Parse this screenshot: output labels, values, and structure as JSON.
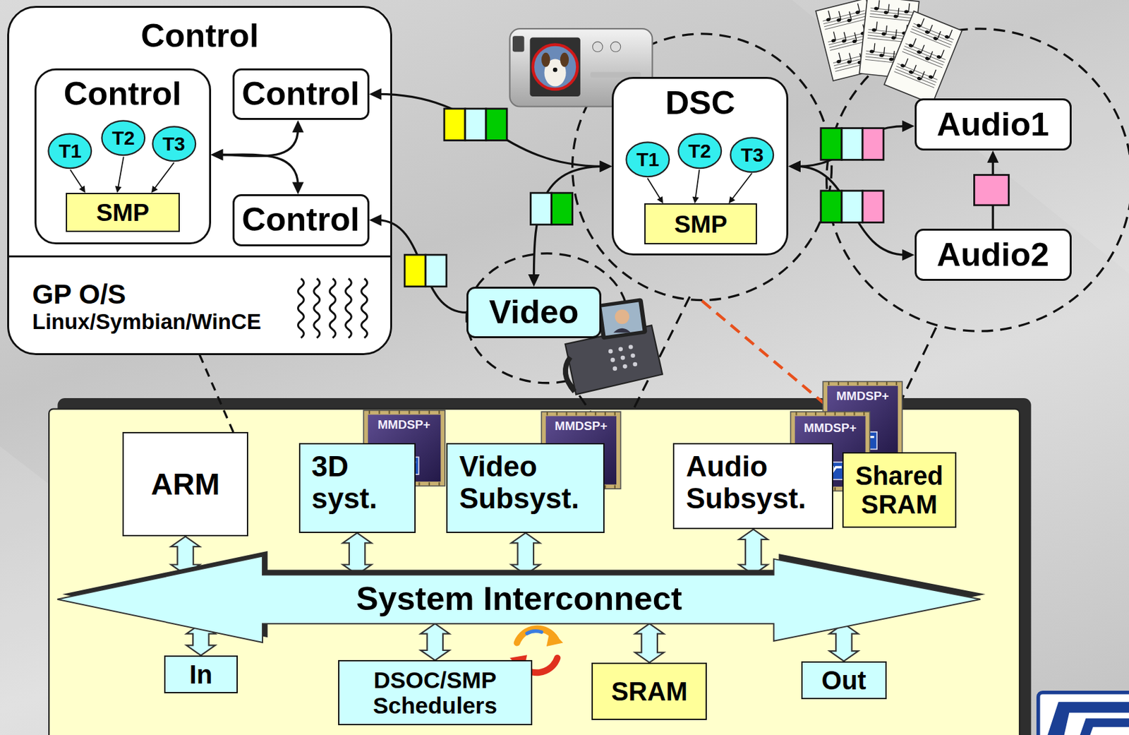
{
  "diagram": {
    "nodes": [
      {
        "text": [
          "Control"
        ]
      },
      {
        "text": [
          "Control"
        ],
        "in": 0
      },
      {
        "text": [
          "T1"
        ],
        "in": 1
      },
      {
        "text": [
          "T2"
        ],
        "in": 1
      },
      {
        "text": [
          "T3"
        ],
        "in": 1
      },
      {
        "text": [
          "SMP"
        ],
        "in": 1
      },
      {
        "text": [
          "Control"
        ],
        "in": 0
      },
      {
        "text": [
          "Control"
        ],
        "in": 0
      },
      {
        "text": [
          "GP O/S",
          "Linux/Symbian/WinCE"
        ],
        "in": 0
      },
      {
        "text": [
          "DSC"
        ]
      },
      {
        "text": [
          "T1"
        ],
        "in": 9
      },
      {
        "text": [
          "T2"
        ],
        "in": 9
      },
      {
        "text": [
          "T3"
        ],
        "in": 9
      },
      {
        "text": [
          "SMP"
        ],
        "in": 9
      },
      {
        "text": [
          "Audio1"
        ]
      },
      {
        "text": [
          "Audio2"
        ]
      },
      {
        "text": [
          "Video"
        ]
      },
      {
        "text": [
          "ARM"
        ]
      },
      {
        "text": [
          "3D syst."
        ]
      },
      {
        "text": [
          "Video Subsyst."
        ]
      },
      {
        "text": [
          "Audio Subsyst."
        ]
      },
      {
        "text": [
          "Shared SRAM"
        ]
      },
      {
        "text": [
          "System Interconnect"
        ]
      },
      {
        "text": [
          "In"
        ]
      },
      {
        "text": [
          "DSOC/SMP Schedulers"
        ]
      },
      {
        "text": [
          "SRAM"
        ]
      },
      {
        "text": [
          "Out"
        ]
      }
    ],
    "edges": [
      {
        "from": 1,
        "to": 6,
        "arrow": "both"
      },
      {
        "from": 1,
        "to": 7,
        "arrow": "both"
      },
      {
        "from": 2,
        "to": 5,
        "arrow": "to"
      },
      {
        "from": 3,
        "to": 5,
        "arrow": "to"
      },
      {
        "from": 4,
        "to": 5,
        "arrow": "to"
      },
      {
        "from": 6,
        "to": 9,
        "arrow": "both"
      },
      {
        "from": 9,
        "to": 16,
        "arrow": "both"
      },
      {
        "from": 16,
        "to": 7,
        "arrow": "to"
      },
      {
        "from": 10,
        "to": 13,
        "arrow": "to"
      },
      {
        "from": 11,
        "to": 13,
        "arrow": "to"
      },
      {
        "from": 12,
        "to": 13,
        "arrow": "to"
      },
      {
        "from": 9,
        "to": 14,
        "arrow": "both"
      },
      {
        "from": 9,
        "to": 15,
        "arrow": "both"
      },
      {
        "from": 15,
        "to": 14,
        "arrow": "to"
      },
      {
        "from": 8,
        "to": 17,
        "arrow": "none"
      },
      {
        "from": 17,
        "to": 22,
        "arrow": "both"
      },
      {
        "from": 18,
        "to": 22,
        "arrow": "both"
      },
      {
        "from": 19,
        "to": 22,
        "arrow": "both"
      },
      {
        "from": 20,
        "to": 22,
        "arrow": "both"
      },
      {
        "from": 22,
        "to": 23,
        "arrow": "both"
      },
      {
        "from": 22,
        "to": 24,
        "arrow": "both"
      },
      {
        "from": 22,
        "to": 25,
        "arrow": "both"
      },
      {
        "from": 22,
        "to": 26,
        "arrow": "both"
      }
    ],
    "labels": [
      "MMDSP+",
      "MMDSP+",
      "MMDSP+",
      "MMDSP+"
    ]
  }
}
